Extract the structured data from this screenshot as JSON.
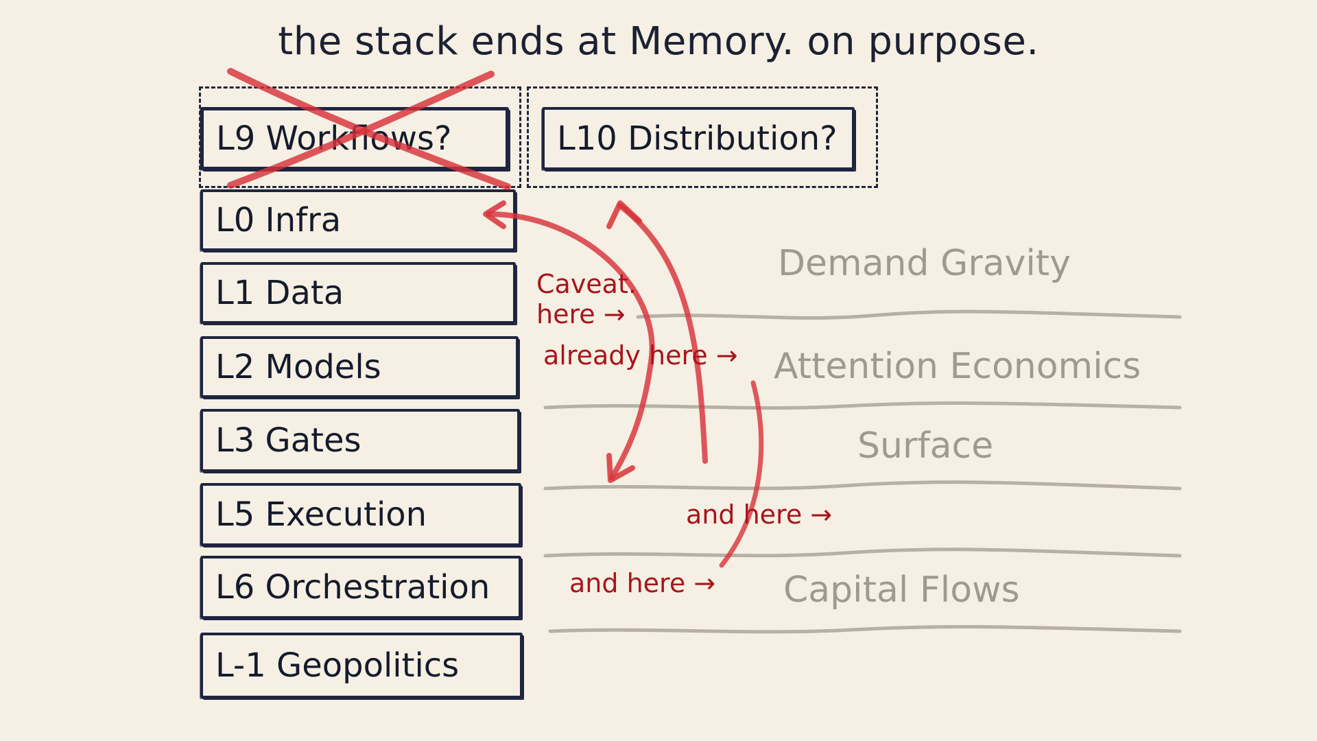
{
  "title": "the stack ends at Memory. on purpose.",
  "rejected_layers": [
    {
      "label": "L9 Workflows?",
      "crossed_out": true
    },
    {
      "label": "L10 Distribution?",
      "crossed_out": false
    }
  ],
  "stack_layers": [
    {
      "label": "L0 Infra"
    },
    {
      "label": "L1 Data"
    },
    {
      "label": "L2 Models"
    },
    {
      "label": "L3 Gates"
    },
    {
      "label": "L5 Execution"
    },
    {
      "label": "L6 Orchestration"
    },
    {
      "label": "L-1 Geopolitics"
    }
  ],
  "bands": [
    {
      "label": "Demand Gravity"
    },
    {
      "label": "Attention Economics"
    },
    {
      "label": "Surface"
    },
    {
      "label": "Capital Flows"
    }
  ],
  "annotations": {
    "caveat_line1": "Caveat.",
    "caveat_line2": "here →",
    "already_here": "already here →",
    "and_here_1": "and here →",
    "and_here_2": "and here →"
  },
  "colors": {
    "background": "#f5f0e3",
    "ink": "#1f2540",
    "accent_red": "#a8141c",
    "muted": "#9f998f"
  }
}
